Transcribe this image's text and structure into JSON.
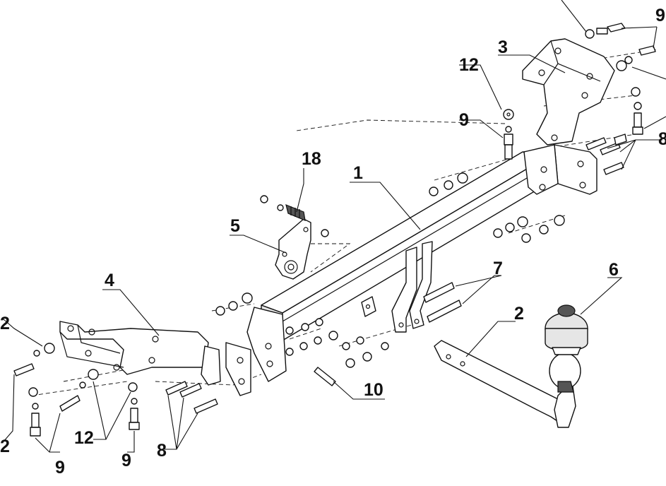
{
  "callouts": [
    {
      "id": "c1",
      "label": "1"
    },
    {
      "id": "c2",
      "label": "2"
    },
    {
      "id": "c3",
      "label": "3"
    },
    {
      "id": "c4",
      "label": "4"
    },
    {
      "id": "c5",
      "label": "5"
    },
    {
      "id": "c6",
      "label": "6"
    },
    {
      "id": "c7",
      "label": "7"
    },
    {
      "id": "c8a",
      "label": "8"
    },
    {
      "id": "c8b",
      "label": "8"
    },
    {
      "id": "c9a",
      "label": "9"
    },
    {
      "id": "c9b",
      "label": "9"
    },
    {
      "id": "c9c",
      "label": "9"
    },
    {
      "id": "c9d",
      "label": "9"
    },
    {
      "id": "c10",
      "label": "10"
    },
    {
      "id": "c12a",
      "label": "12"
    },
    {
      "id": "c12b",
      "label": "12"
    },
    {
      "id": "c12c",
      "label": "2"
    },
    {
      "id": "c12d",
      "label": "2"
    },
    {
      "id": "c18",
      "label": "18"
    }
  ]
}
